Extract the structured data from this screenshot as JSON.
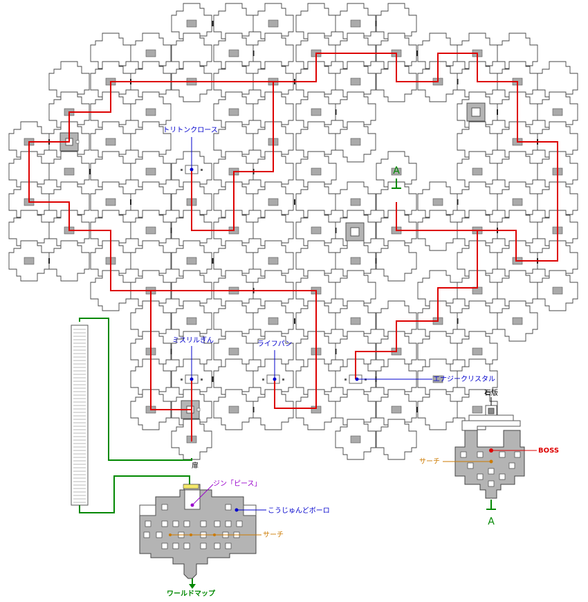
{
  "labels": {
    "triton_claws": "トリトンクロース",
    "mythril_pick": "ミスリルぎん",
    "life_bread": "ライフパン",
    "energy_crystal": "エナジークリスタル",
    "marker_a_top": "A",
    "marker_a_bottom": "A",
    "sekiban": "石版",
    "boss": "BOSS",
    "search_right": "サーチ",
    "door": "扉",
    "jin_peace": "ジン「ピース」",
    "koujun_doboro": "こうじゅんどボーロ",
    "search_bottom": "サーチ",
    "world_map": "ワールドマップ"
  },
  "colors": {
    "route_red": "#dd0000",
    "route_green": "#008800",
    "item_blue": "#0000cc",
    "event_purple": "#9900cc",
    "search_orange": "#cc7a00",
    "boss_red": "#dd0000",
    "block_gray": "#aaaaaa",
    "room_gray": "#b4b4b4"
  },
  "icons": {
    "tile": "cross-shaped-floor-tile",
    "stair": "staircase-icon"
  }
}
